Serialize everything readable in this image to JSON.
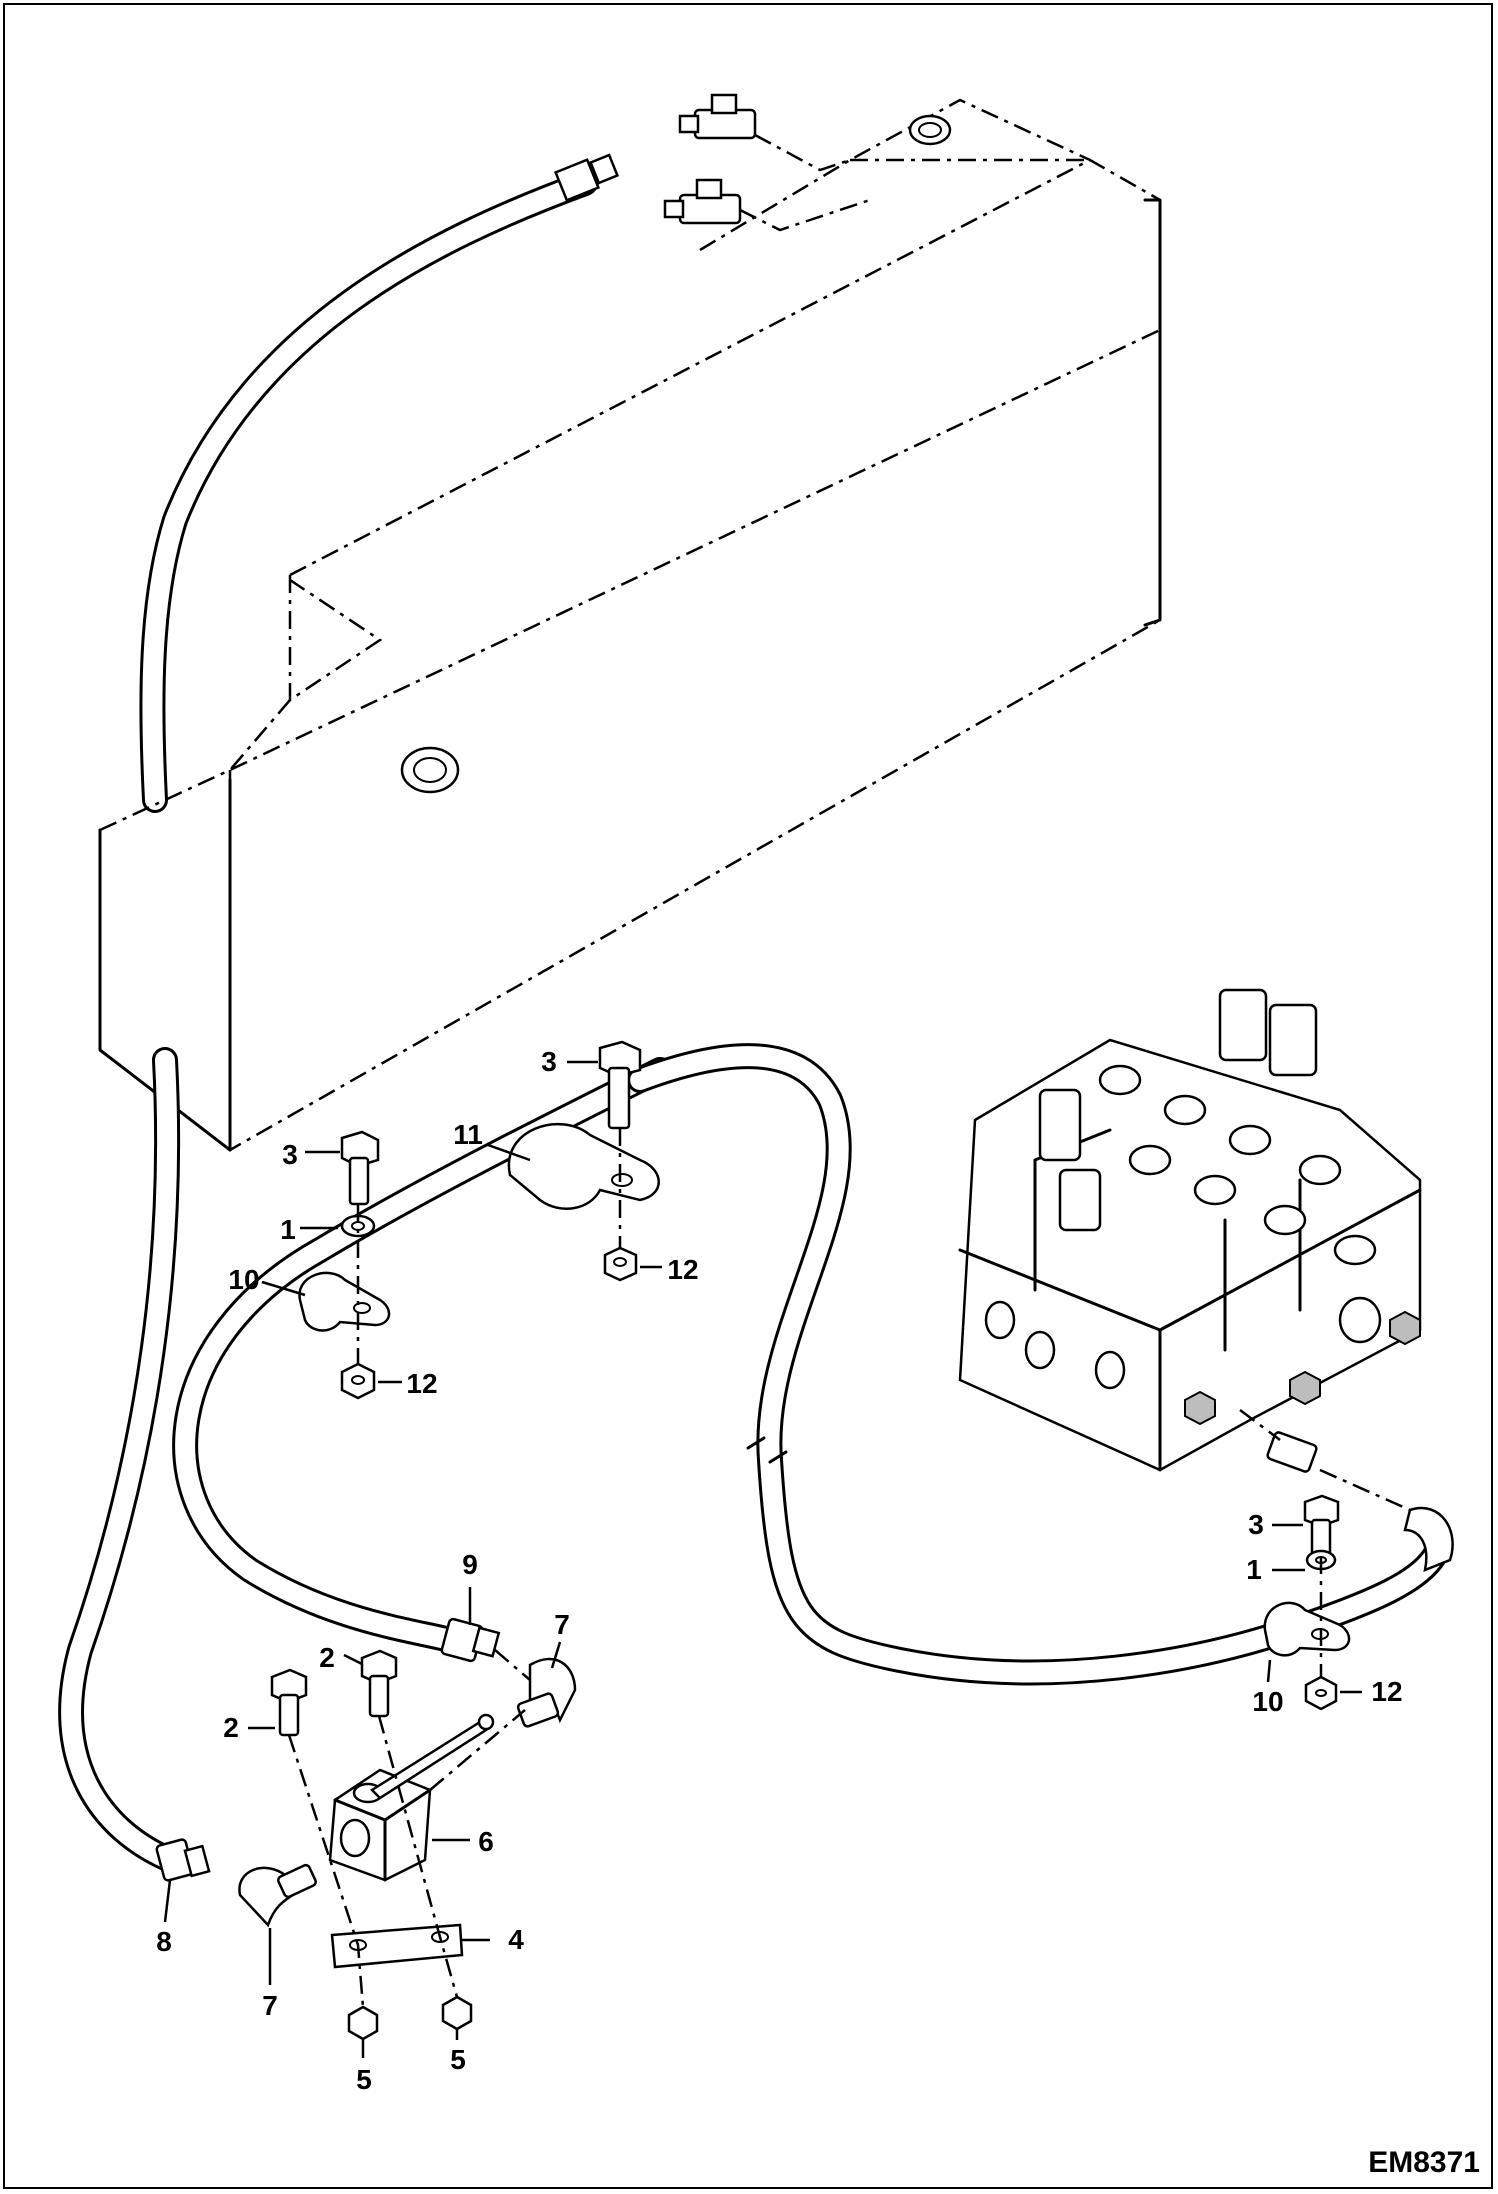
{
  "figure": {
    "code": "EM8371"
  },
  "callouts": [
    {
      "id": "c-3a",
      "text": "3"
    },
    {
      "id": "c-11",
      "text": "11"
    },
    {
      "id": "c-3b",
      "text": "3"
    },
    {
      "id": "c-1a",
      "text": "1"
    },
    {
      "id": "c-12a",
      "text": "12"
    },
    {
      "id": "c-10a",
      "text": "10"
    },
    {
      "id": "c-12b",
      "text": "12"
    },
    {
      "id": "c-9",
      "text": "9"
    },
    {
      "id": "c-7a",
      "text": "7"
    },
    {
      "id": "c-2a",
      "text": "2"
    },
    {
      "id": "c-2b",
      "text": "2"
    },
    {
      "id": "c-6",
      "text": "6"
    },
    {
      "id": "c-4",
      "text": "4"
    },
    {
      "id": "c-8",
      "text": "8"
    },
    {
      "id": "c-7b",
      "text": "7"
    },
    {
      "id": "c-5a",
      "text": "5"
    },
    {
      "id": "c-5b",
      "text": "5"
    },
    {
      "id": "c-3c",
      "text": "3"
    },
    {
      "id": "c-1b",
      "text": "1"
    },
    {
      "id": "c-10b",
      "text": "10"
    },
    {
      "id": "c-12c",
      "text": "12"
    }
  ]
}
